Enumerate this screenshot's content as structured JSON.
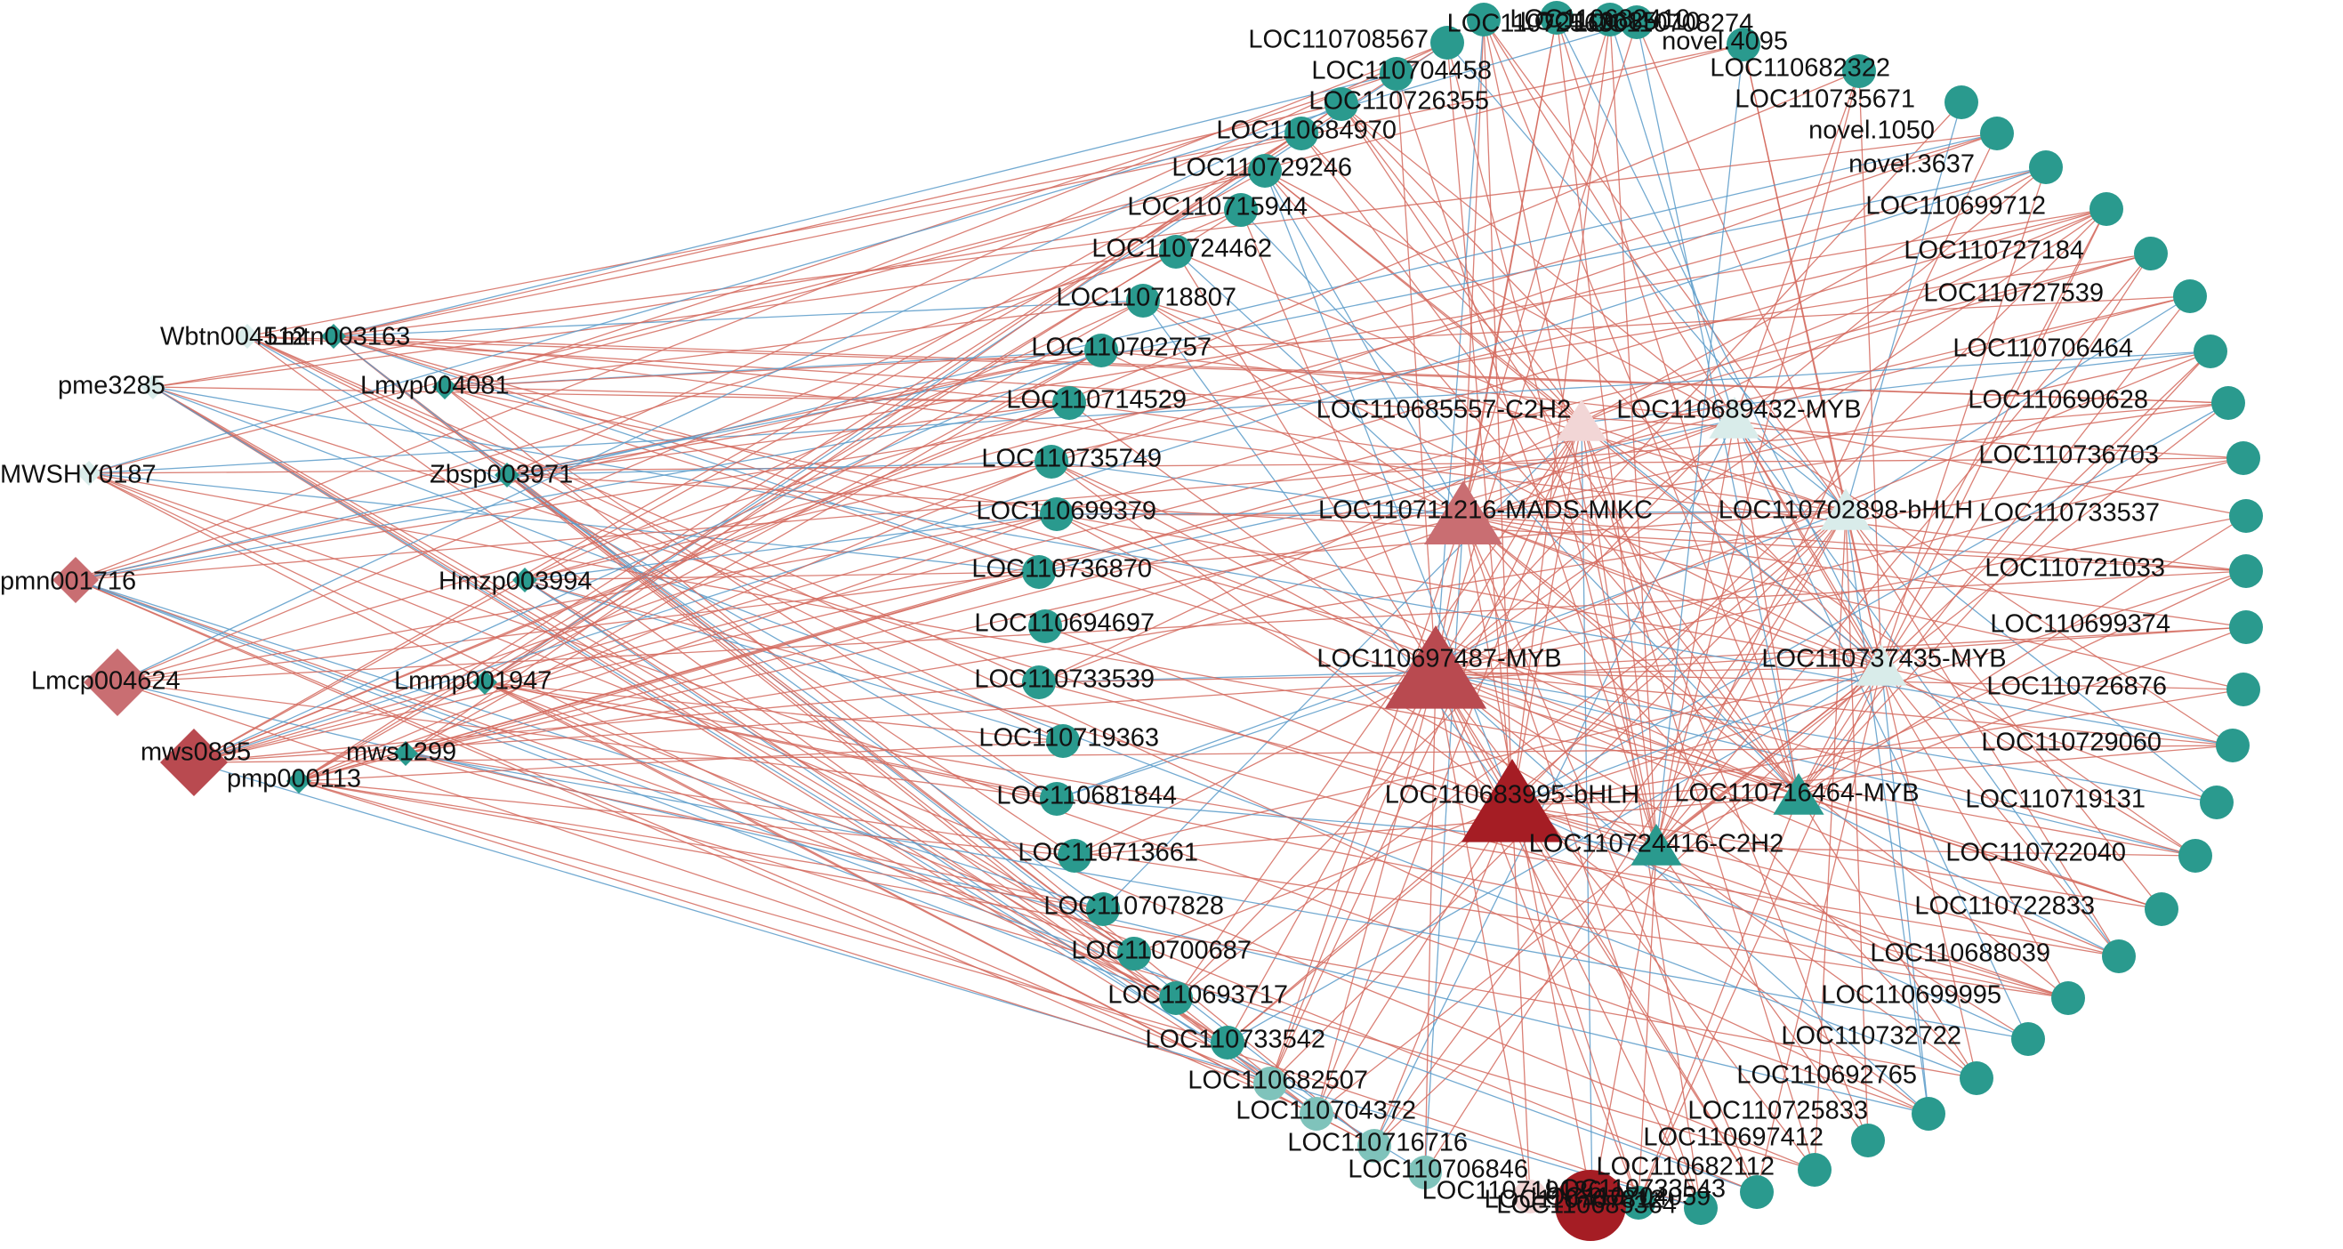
{
  "colors": {
    "edge_positive": "#d46a5e",
    "edge_negative": "#5b9bc9",
    "teal": "#2a9a8e",
    "teal_light": "#7fc3bb",
    "pale": "#d9ecea",
    "pink_pale": "#f2d6d6",
    "red_light": "#c96e72",
    "red_mid": "#b94a50",
    "red_dark": "#a51d24"
  },
  "hubs": [
    {
      "label": "LOC110685557-C2H2",
      "shape": "triangle",
      "color": "pink_pale",
      "size": "small"
    },
    {
      "label": "LOC110689432-MYB",
      "shape": "triangle",
      "color": "pale",
      "size": "small"
    },
    {
      "label": "LOC110711216-MADS-MIKC",
      "shape": "triangle",
      "color": "red_light",
      "size": "medium"
    },
    {
      "label": "LOC110702898-bHLH",
      "shape": "triangle",
      "color": "pale",
      "size": "small"
    },
    {
      "label": "LOC110697487-MYB",
      "shape": "triangle",
      "color": "red_mid",
      "size": "large"
    },
    {
      "label": "LOC110737435-MYB",
      "shape": "triangle",
      "color": "pale",
      "size": "small"
    },
    {
      "label": "LOC110683995-bHLH",
      "shape": "triangle",
      "color": "red_dark",
      "size": "large"
    },
    {
      "label": "LOC110716464-MYB",
      "shape": "triangle",
      "color": "teal",
      "size": "small"
    },
    {
      "label": "LOC110724416-C2H2",
      "shape": "triangle",
      "color": "teal",
      "size": "small"
    }
  ],
  "mirnas": [
    {
      "label": "Wbtn004512",
      "color": "pale",
      "size": "small"
    },
    {
      "label": "Lmtn003163",
      "color": "teal",
      "size": "small"
    },
    {
      "label": "pme3285",
      "color": "pale",
      "size": "small"
    },
    {
      "label": "Lmyp004081",
      "color": "teal",
      "size": "small"
    },
    {
      "label": "MWSHY0187",
      "color": "pale",
      "size": "small"
    },
    {
      "label": "Zbsp003971",
      "color": "teal",
      "size": "small"
    },
    {
      "label": "pmn001716",
      "color": "red_light",
      "size": "medium"
    },
    {
      "label": "Hmzp003994",
      "color": "teal",
      "size": "small"
    },
    {
      "label": "Lmcp004624",
      "color": "red_light",
      "size": "large"
    },
    {
      "label": "Lmmp001947",
      "color": "teal",
      "size": "small"
    },
    {
      "label": "mws0895",
      "color": "red_mid",
      "size": "large"
    },
    {
      "label": "mws1299",
      "color": "teal",
      "size": "small"
    },
    {
      "label": "pmp000113",
      "color": "teal",
      "size": "small"
    }
  ],
  "genes_left": [
    "LOC110708567",
    "LOC110704458",
    "LOC110726355",
    "LOC110684970",
    "LOC110729246",
    "LOC110715944",
    "LOC110724462",
    "LOC110718807",
    "LOC110702757",
    "LOC110714529",
    "LOC110735749",
    "LOC110699379",
    "LOC110736870",
    "LOC110694697",
    "LOC110733539",
    "LOC110719363",
    "LOC110681844",
    "LOC110713661",
    "LOC110707828",
    "LOC110700687",
    "LOC110693717",
    "LOC110733542",
    "LOC110682507",
    "LOC110704372",
    "LOC110716716",
    "LOC110706846"
  ],
  "genes_right": [
    "LOC110682410",
    "novel.4095",
    "LOC110682322",
    "LOC110735671",
    "novel.1050",
    "novel.3637",
    "LOC110699712",
    "LOC110727184",
    "LOC110727539",
    "LOC110706464",
    "LOC110690628",
    "LOC110736703",
    "LOC110733537",
    "LOC110721033",
    "LOC110699374",
    "LOC110726876",
    "LOC110729060",
    "LOC110719131",
    "LOC110722040",
    "LOC110722833",
    "LOC110688039",
    "LOC110699995",
    "LOC110732722",
    "LOC110692765",
    "LOC110725833",
    "LOC110697412",
    "LOC110682112",
    "LOC110733543",
    "LOC110685364"
  ],
  "genes_top": [
    "LOC110725630",
    "LOC110685010",
    "LOC110708274"
  ],
  "genes_bottom": [
    "LOC110719126",
    "LOC110707812",
    "LOC110704059"
  ]
}
